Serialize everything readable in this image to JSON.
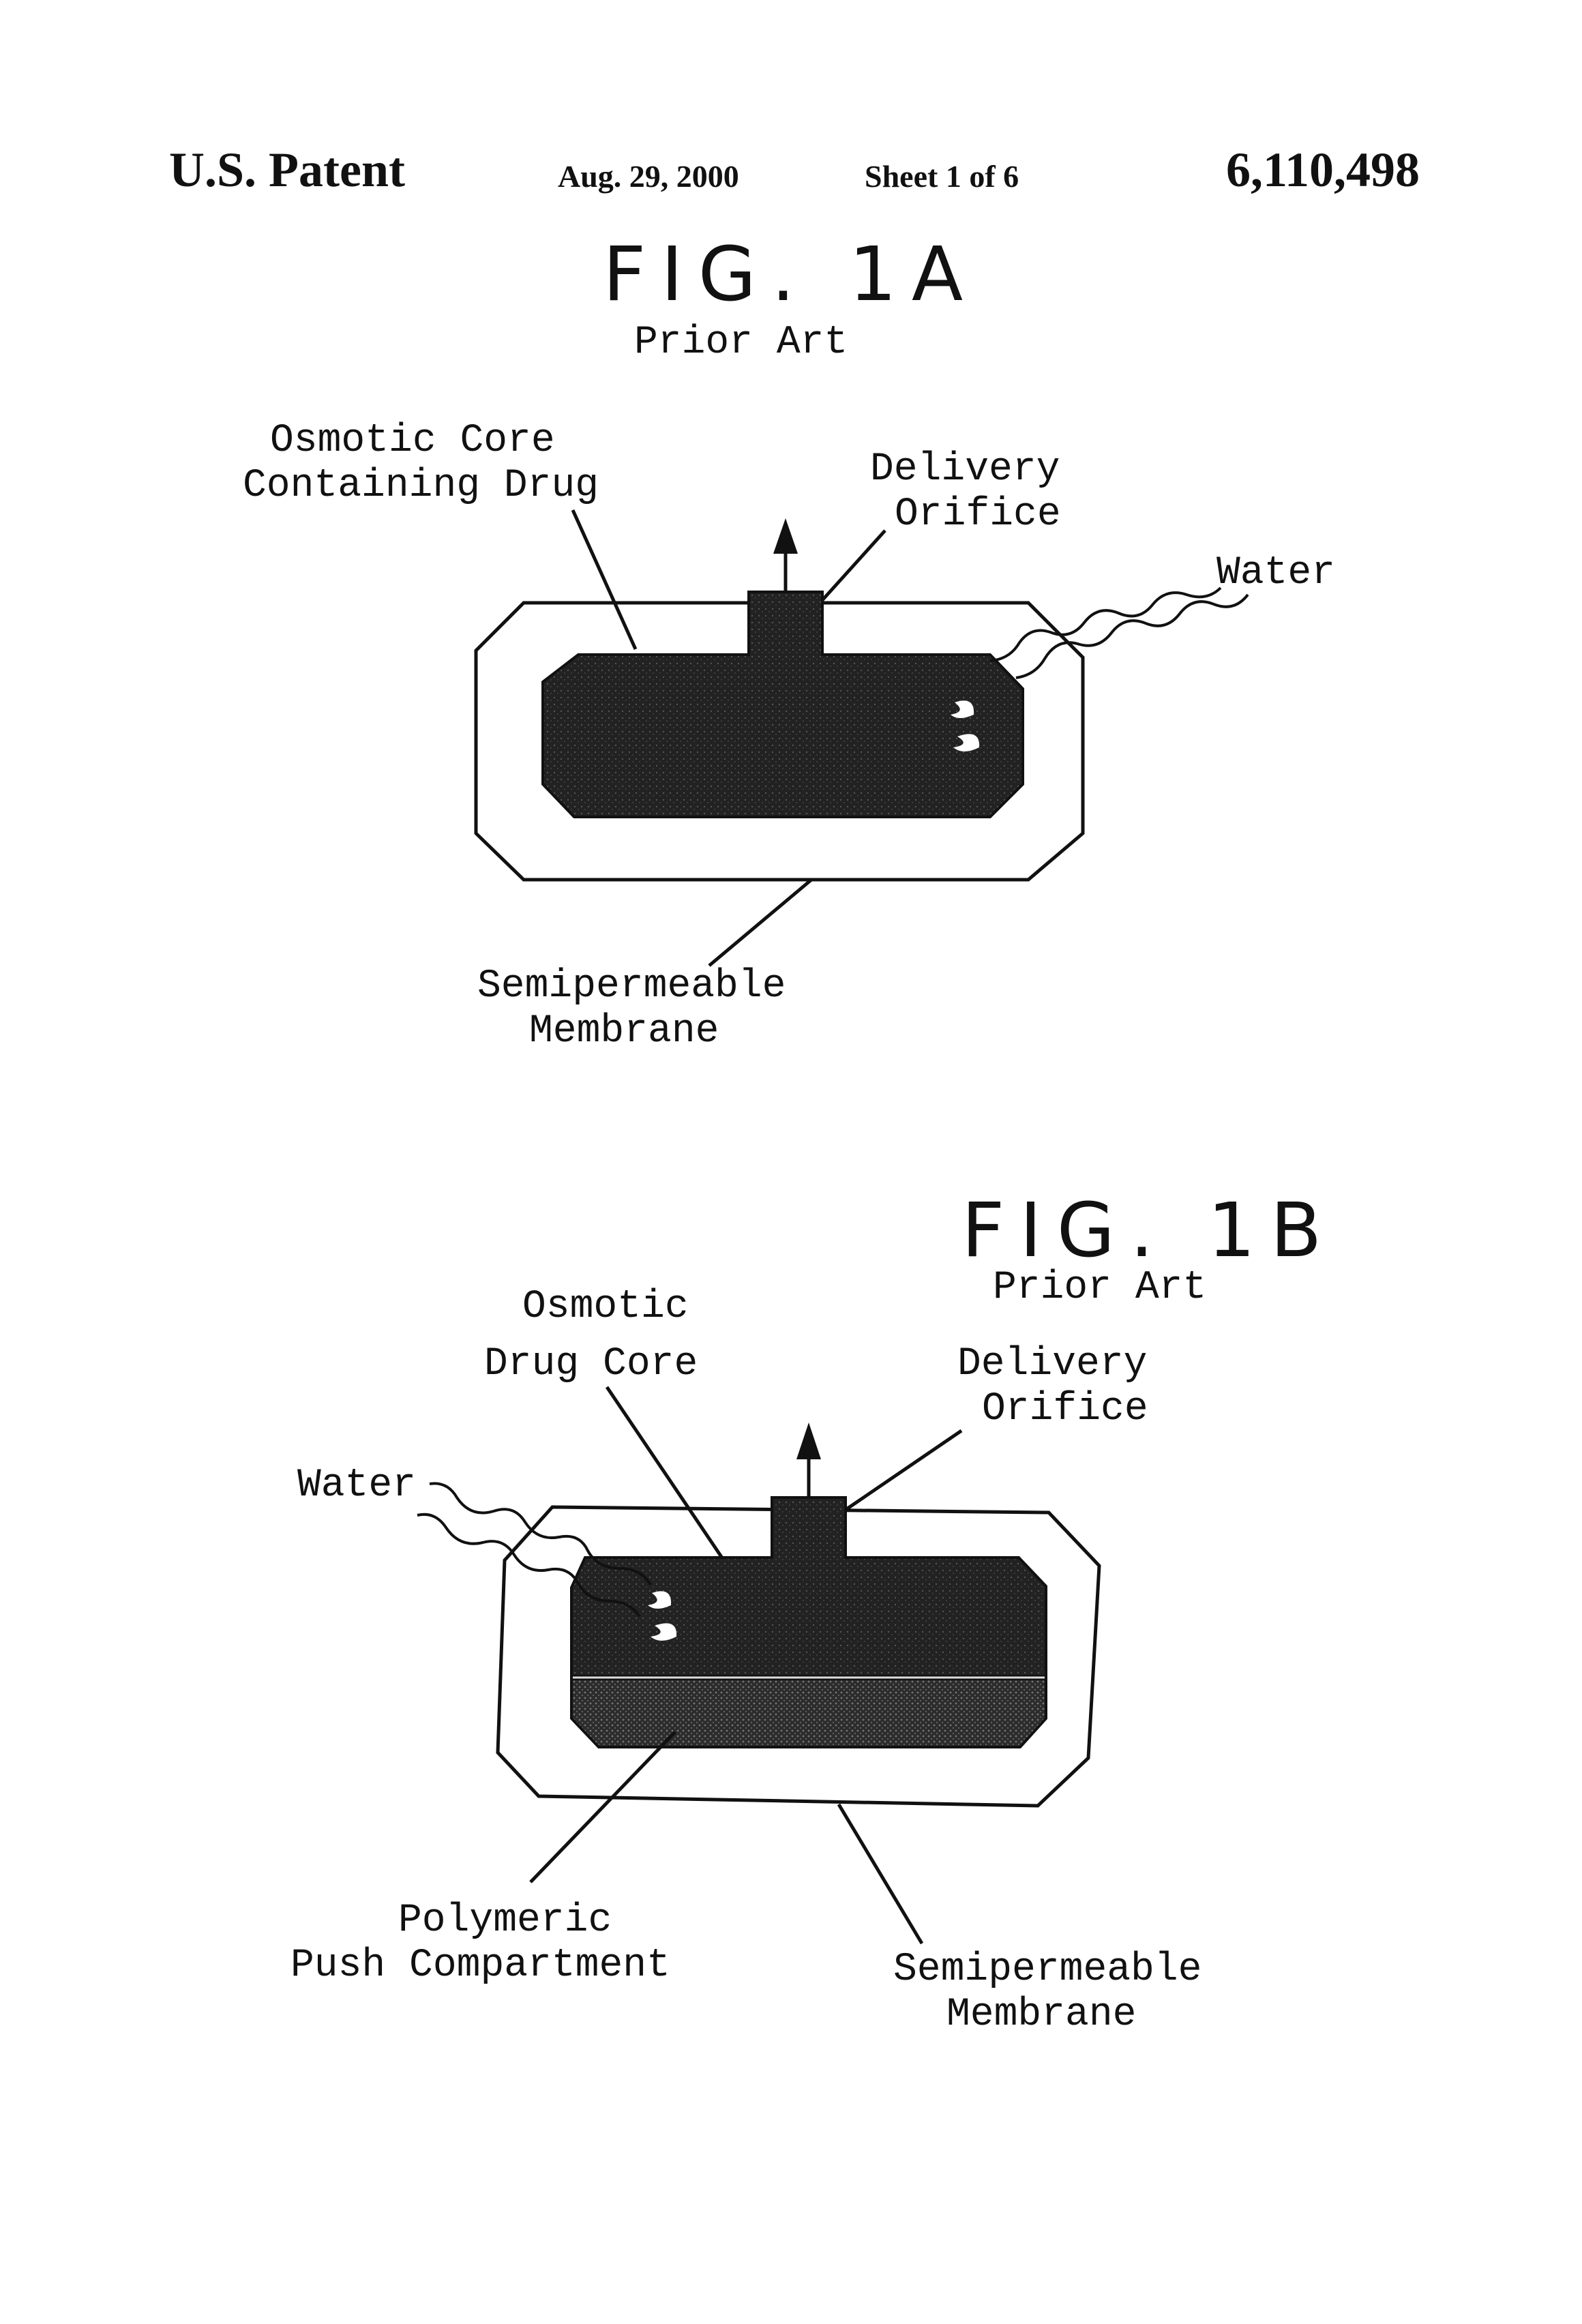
{
  "header": {
    "patent_label": "U.S. Patent",
    "date": "Aug. 29, 2000",
    "sheet": "Sheet 1 of 6",
    "patent_number": "6,110,498"
  },
  "figure_a": {
    "title": "FIG. 1A",
    "subtitle": "Prior Art",
    "labels": {
      "osmotic_core_1": "Osmotic Core",
      "osmotic_core_2": "Containing Drug",
      "delivery_1": "Delivery",
      "delivery_2": "Orifice",
      "water": "Water",
      "membrane_1": "Semipermeable",
      "membrane_2": "Membrane"
    }
  },
  "figure_b": {
    "title": "FIG. 1B",
    "subtitle": "Prior Art",
    "labels": {
      "drug_core_1": "Osmotic",
      "drug_core_2": "Drug Core",
      "delivery_1": "Delivery",
      "delivery_2": "Orifice",
      "water": "Water",
      "push_1": "Polymeric",
      "push_2": "Push Compartment",
      "membrane_1": "Semipermeable",
      "membrane_2": "Membrane"
    }
  },
  "colors": {
    "ink": "#111111",
    "core": "#1f1f1f",
    "push": "#3a3a3a",
    "paper": "#ffffff"
  }
}
